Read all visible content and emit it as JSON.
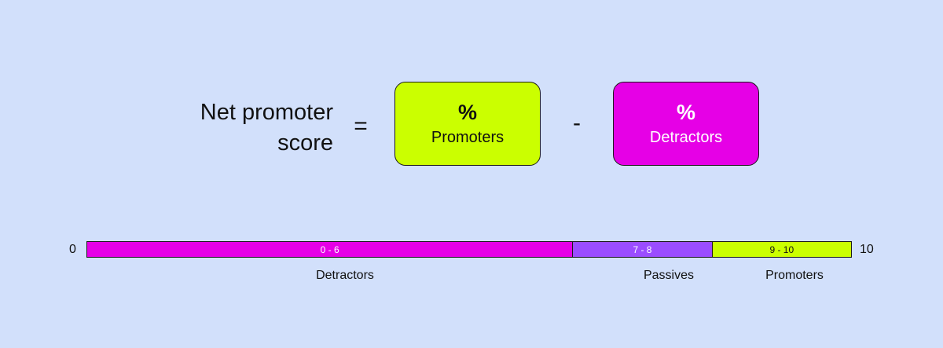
{
  "formula": {
    "label_line1": "Net promoter",
    "label_line2": "score",
    "equals": "=",
    "minus": "-",
    "promoters_box": {
      "percent": "%",
      "label": "Promoters"
    },
    "detractors_box": {
      "percent": "%",
      "label": "Detractors"
    }
  },
  "scale": {
    "min_label": "0",
    "max_label": "10",
    "min": 0,
    "max": 10,
    "segments": [
      {
        "key": "detractors",
        "range_label": "0 - 6",
        "name": "Detractors",
        "weight": 7
      },
      {
        "key": "passives",
        "range_label": "7 - 8",
        "name": "Passives",
        "weight": 2
      },
      {
        "key": "promoters",
        "range_label": "9 - 10",
        "name": "Promoters",
        "weight": 2
      }
    ]
  },
  "colors": {
    "background": "#d2e0fb",
    "promoters": "#cbff00",
    "detractors": "#e600e6",
    "passives": "#9b4dff"
  }
}
